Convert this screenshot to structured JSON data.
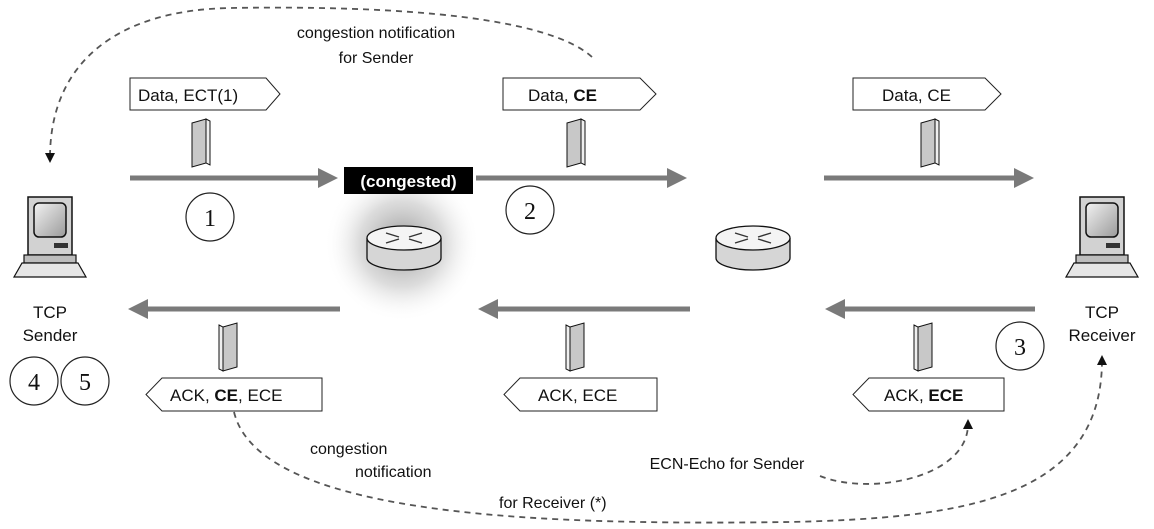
{
  "top_note": {
    "line1": "congestion notification",
    "line2": "for Sender"
  },
  "packets_forward": [
    {
      "prefix": "Data, ",
      "bold": "",
      "suffix": "ECT(1)"
    },
    {
      "prefix": "Data, ",
      "bold": "CE",
      "suffix": ""
    },
    {
      "prefix": "Data, CE",
      "bold": "",
      "suffix": ""
    }
  ],
  "packets_back": [
    {
      "prefix": "ACK, ",
      "bold": "CE",
      "suffix": ", ECE"
    },
    {
      "prefix": "ACK, ECE",
      "bold": "",
      "suffix": ""
    },
    {
      "prefix": "ACK, ",
      "bold": "ECE",
      "suffix": ""
    }
  ],
  "congested_label": "(congested)",
  "steps": [
    "1",
    "2",
    "3",
    "4",
    "5"
  ],
  "sender": {
    "line1": "TCP",
    "line2": "Sender"
  },
  "receiver": {
    "line1": "TCP",
    "line2": "Receiver"
  },
  "bottom_note": {
    "line1": "congestion",
    "line2": "notification",
    "line3": "for Receiver (*)"
  },
  "echo_note": "ECN-Echo for Sender",
  "colors": {
    "arrow": "#7a7a7a",
    "packet_face": "#c8c8c8",
    "congested_bg": "#000000"
  }
}
